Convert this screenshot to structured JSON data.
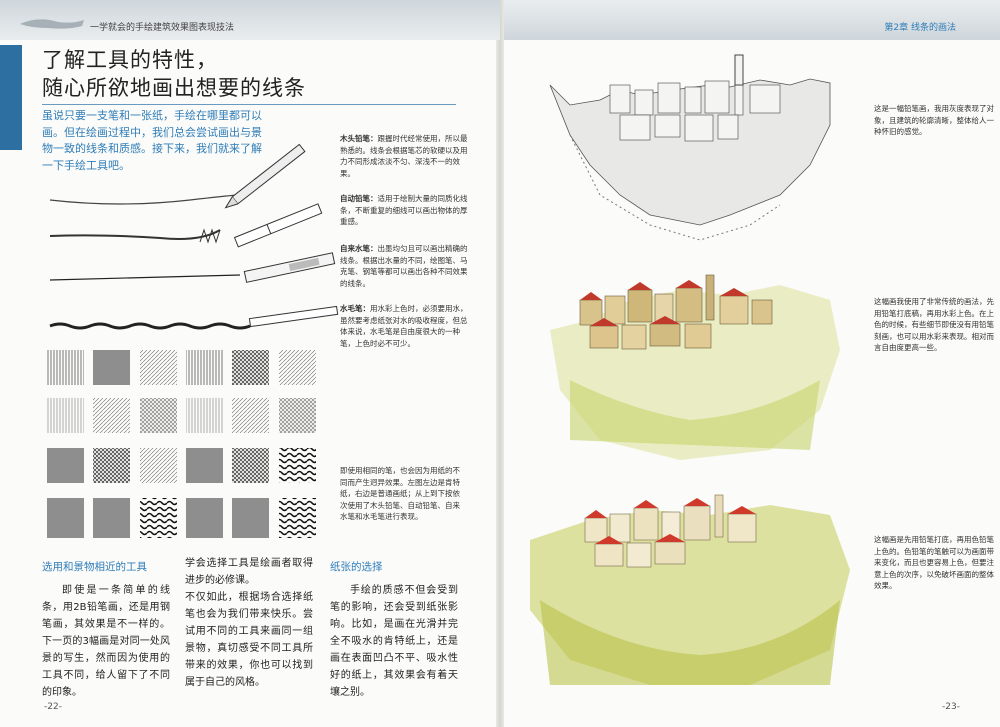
{
  "header": {
    "book_title": "一学就会的手绘建筑效果图表现技法",
    "chapter": "第2章",
    "chapter_title": "线条的画法"
  },
  "section": {
    "title_line1": "了解工具的特性，",
    "title_line2": "随心所欲地画出想要的线条",
    "intro": "虽说只要一支笔和一张纸，手绘在哪里都可以画。但在绘画过程中，我们总会尝试画出与景物一致的线条和质感。接下来，我们就来了解一下手绘工具吧。"
  },
  "tools": [
    {
      "name": "木头铅笔：",
      "desc": "跟握时代经常使用，所以最熟悉的。线条会根据笔芯的软硬以及用力不同形成浓淡不匀、深浅不一的效果。"
    },
    {
      "name": "自动铅笔：",
      "desc": "适用于绘制大量的同质化线条，不断重复的细线可以画出物体的厚重感。"
    },
    {
      "name": "自来水笔：",
      "desc": "出墨均匀且可以画出精确的线条。根据出水量的不同，绘图笔、马克笔、钢笔等都可以画出各种不同效果的线条。"
    },
    {
      "name": "水毛笔：",
      "desc": "用水彩上色时，必须要用水，虽然要考虑纸张对水的吸收程度，但总体来说，水毛笔是自由度很大的一种笔，上色时必不可少。"
    }
  ],
  "grid_caption": "即使用相同的笔，也会因为用纸的不同而产生迥异效果。左图左边是肯特纸，右边是普通画纸；从上到下按依次使用了木头铅笔、自动铅笔、自来水笔和水毛笔进行表现。",
  "columns": [
    {
      "heading": "选用和景物相近的工具",
      "text": "即使是一条简单的线条，用2B铅笔画，还是用钢笔画，其效果是不一样的。下一页的3幅画是对同一处风景的写生，然而因为使用的工具不同，给人留下了不同的印象。"
    },
    {
      "heading": "",
      "text": "学会选择工具是绘画者取得进步的必修课。\n不仅如此，根据场合选择纸笔也会为我们带来快乐。尝试用不同的工具来画同一组景物，真切感受不同工具所带来的效果，你也可以找到属于自己的风格。"
    },
    {
      "heading": "纸张的选择",
      "text": "手绘的质感不但会受到笔的影响，还会受到纸张影响。比如，是画在光滑并完全不吸水的肯特纸上，还是画在表面凹凸不平、吸水性好的纸上，其效果会有着天壤之别。"
    }
  ],
  "captions": [
    "这是一幅铅笔画，我用灰度表现了对象，且建筑的轮廓清晰，整体给人一种怀旧的感觉。",
    "这幅画我使用了非常传统的画法，先用铅笔打底稿，再用水彩上色。在上色的时候，有些细节即使没有用铅笔刻画，也可以用水彩来表现。相对而言自由度更高一些。",
    "这幅画是先用铅笔打底，再用色铅笔上色的。色铅笔的笔触可以为画面带来变化，而且也更容易上色，但要注意上色的次序，以免破坏画面的整体效果。"
  ],
  "page_numbers": {
    "left": "-22-",
    "right": "-23-"
  }
}
